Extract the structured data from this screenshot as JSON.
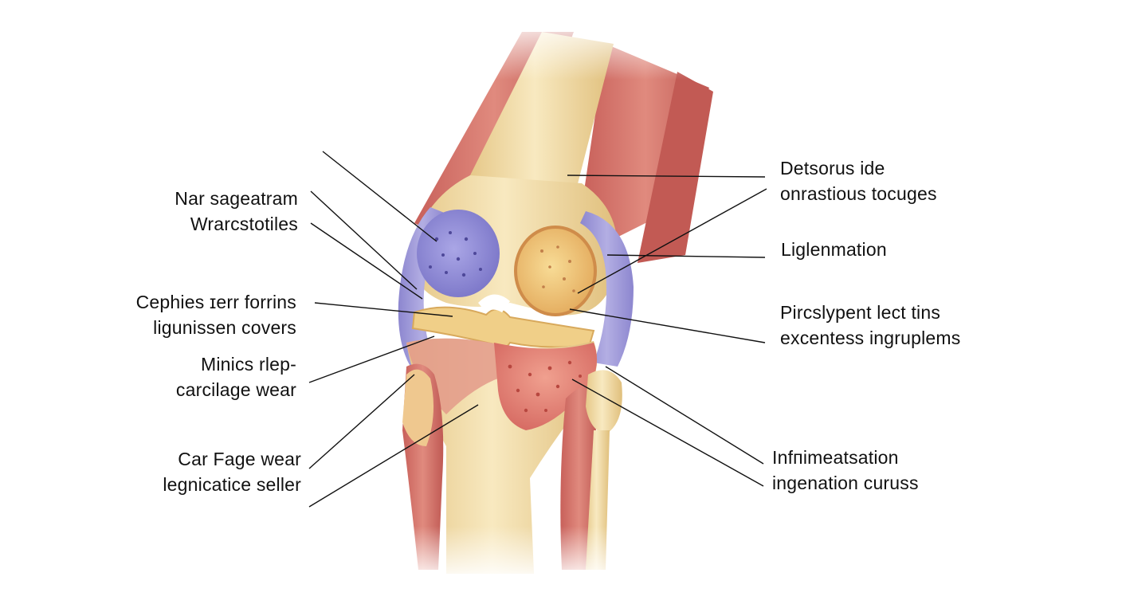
{
  "diagram": {
    "colors": {
      "muscle": "#d7756b",
      "muscle_dark": "#b8544d",
      "bone": "#f1dca7",
      "bone_shade": "#e2c17d",
      "ligament": "#9f9ad8",
      "cartilage": "#efd08a",
      "inflammation": "#e07a72",
      "leader_line": "#111111"
    },
    "labels_left": [
      {
        "lines": [
          "Nar sageatram",
          "Wrarcstotiles"
        ]
      },
      {
        "lines": [
          "Cephies ɪerr forrins",
          "ligunissen covers"
        ]
      },
      {
        "lines": [
          "Minics rlep-",
          "carcilage wear"
        ]
      },
      {
        "lines": [
          "Car Fage wear",
          "legnicatice seller"
        ]
      }
    ],
    "labels_right": [
      {
        "lines": [
          "Detsorus ide",
          "onrastious tocuges"
        ]
      },
      {
        "lines": [
          "Liglenmation"
        ]
      },
      {
        "lines": [
          "Pircslypent lect tins",
          "excentess ingruplems"
        ]
      },
      {
        "lines": [
          "Infпimeatsation",
          "ingenation curuss"
        ]
      }
    ]
  }
}
